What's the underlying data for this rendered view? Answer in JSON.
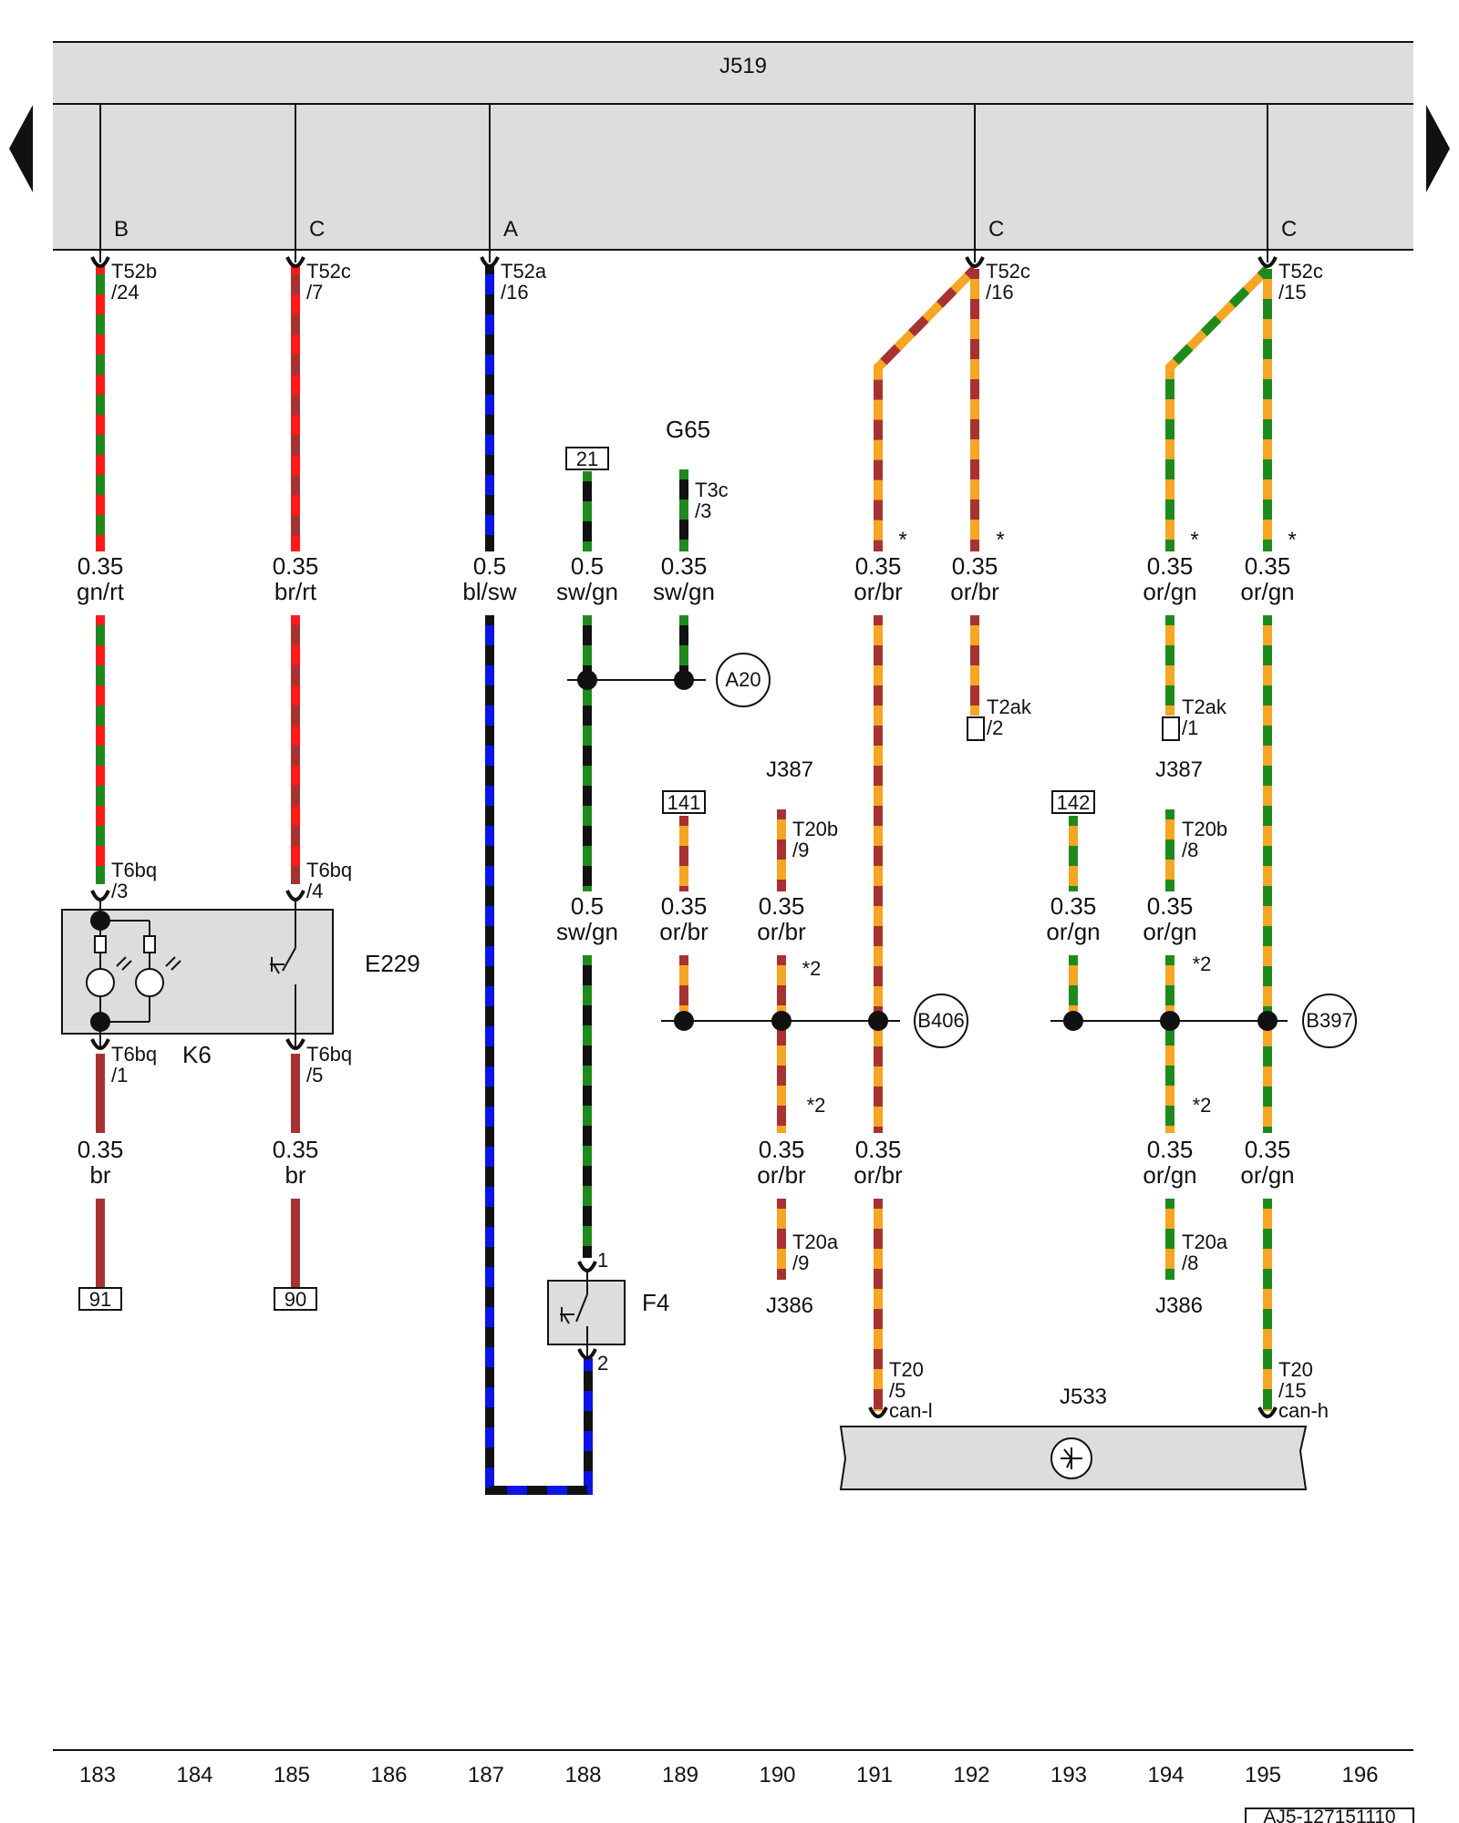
{
  "colors": {
    "gn": "#1e8a1e",
    "rt": "#ff1a1a",
    "br": "#a83232",
    "bl": "#0a14e6",
    "sw": "#111111",
    "or": "#f5a623",
    "frame": "#dddddd"
  },
  "navigation": {
    "prev_icon": "triangle-left-icon",
    "next_icon": "triangle-right-icon"
  },
  "ecu": {
    "name": "J519",
    "pins": [
      {
        "id": "p183",
        "letter": "B",
        "conn": "T52b",
        "pin": "/24"
      },
      {
        "id": "p185",
        "letter": "C",
        "conn": "T52c",
        "pin": "/7"
      },
      {
        "id": "p187",
        "letter": "A",
        "conn": "T52a",
        "pin": "/16"
      },
      {
        "id": "p191",
        "letter": "C",
        "conn": "T52c",
        "pin": "/16"
      },
      {
        "id": "p195",
        "letter": "C",
        "conn": "T52c",
        "pin": "/15"
      }
    ]
  },
  "wires": [
    {
      "id": "w183a",
      "size": "0.35",
      "color": "gn/rt"
    },
    {
      "id": "w185a",
      "size": "0.35",
      "color": "br/rt"
    },
    {
      "id": "w187",
      "size": "0.5",
      "color": "bl/sw"
    },
    {
      "id": "w188a",
      "size": "0.5",
      "color": "sw/gn"
    },
    {
      "id": "w189a",
      "size": "0.35",
      "color": "sw/gn"
    },
    {
      "id": "w191a",
      "size": "0.35",
      "color": "or/br"
    },
    {
      "id": "w192",
      "size": "0.35",
      "color": "or/br"
    },
    {
      "id": "w194a",
      "size": "0.35",
      "color": "or/gn"
    },
    {
      "id": "w195a",
      "size": "0.35",
      "color": "or/gn"
    },
    {
      "id": "w188b",
      "size": "0.5",
      "color": "sw/gn"
    },
    {
      "id": "w189b",
      "size": "0.35",
      "color": "or/br"
    },
    {
      "id": "w190a",
      "size": "0.35",
      "color": "or/br"
    },
    {
      "id": "w193",
      "size": "0.35",
      "color": "or/gn"
    },
    {
      "id": "w194b",
      "size": "0.35",
      "color": "or/gn"
    },
    {
      "id": "w183b",
      "size": "0.35",
      "color": "br"
    },
    {
      "id": "w185b",
      "size": "0.35",
      "color": "br"
    },
    {
      "id": "w190b",
      "size": "0.35",
      "color": "or/br"
    },
    {
      "id": "w191b",
      "size": "0.35",
      "color": "or/br"
    },
    {
      "id": "w194c",
      "size": "0.35",
      "color": "or/gn"
    },
    {
      "id": "w195b",
      "size": "0.35",
      "color": "or/gn"
    }
  ],
  "connectors": {
    "t6bq3": {
      "conn": "T6bq",
      "pin": "/3"
    },
    "t6bq4": {
      "conn": "T6bq",
      "pin": "/4"
    },
    "t6bq1": {
      "conn": "T6bq",
      "pin": "/1"
    },
    "t6bq5": {
      "conn": "T6bq",
      "pin": "/5"
    },
    "t3c": {
      "conn": "T3c",
      "pin": "/3"
    },
    "t2ak2": {
      "conn": "T2ak",
      "pin": "/2"
    },
    "t2ak1": {
      "conn": "T2ak",
      "pin": "/1"
    },
    "t20b9": {
      "conn": "T20b",
      "pin": "/9"
    },
    "t20b8": {
      "conn": "T20b",
      "pin": "/8"
    },
    "t20a9": {
      "conn": "T20a",
      "pin": "/9"
    },
    "t20a8": {
      "conn": "T20a",
      "pin": "/8"
    },
    "t20_5": {
      "conn": "T20",
      "pin": "/5",
      "signal": "can-l"
    },
    "t20_15": {
      "conn": "T20",
      "pin": "/15",
      "signal": "can-h"
    },
    "f4_pin1": "1",
    "f4_pin2": "2"
  },
  "components": {
    "k6": "K6",
    "e229": "E229",
    "g65": "G65",
    "f4": "F4",
    "j387": "J387",
    "j386": "J386",
    "j533": "J533"
  },
  "references": {
    "r21": "21",
    "r141": "141",
    "r142": "142",
    "r91": "91",
    "r90": "90"
  },
  "junctions": {
    "a20": "A20",
    "b406": "B406",
    "b397": "B397"
  },
  "footnotes": {
    "star": "*",
    "note2": "*2"
  },
  "grid_numbers": [
    "183",
    "184",
    "185",
    "186",
    "187",
    "188",
    "189",
    "190",
    "191",
    "192",
    "193",
    "194",
    "195",
    "196"
  ],
  "doc_id": "AJ5-127151110"
}
